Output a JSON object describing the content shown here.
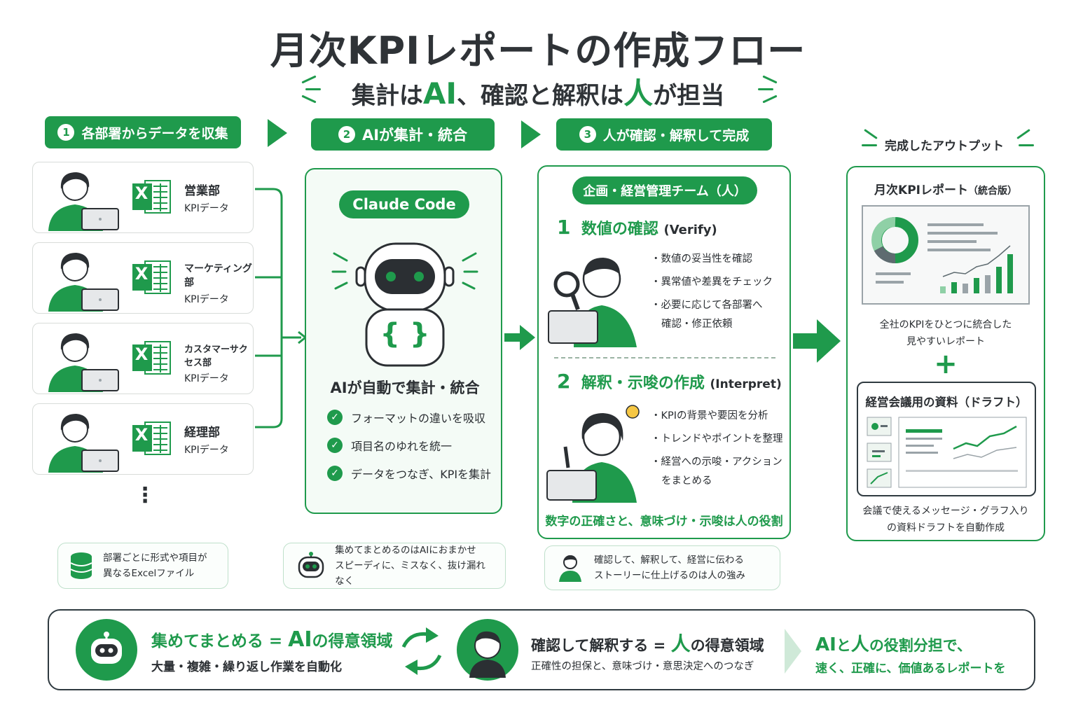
{
  "title": "月次KPIレポートの作成フロー",
  "subtitle": {
    "part1": "集計は",
    "ai": "AI",
    "part2": "、確認と解釈は",
    "human": "人",
    "part3": "が担当"
  },
  "steps": [
    {
      "num": "1",
      "label": "各部署からデータを収集"
    },
    {
      "num": "2",
      "label": "AIが集計・統合"
    },
    {
      "num": "3",
      "label": "人が確認・解釈して完成"
    }
  ],
  "departments": [
    {
      "name": "営業部",
      "sub": "KPIデータ"
    },
    {
      "name": "マーケティング部",
      "sub": "KPIデータ"
    },
    {
      "name": "カスタマーサクセス部",
      "sub": "KPIデータ"
    },
    {
      "name": "経理部",
      "sub": "KPIデータ"
    }
  ],
  "excel_letter": "X",
  "more_dots": "⋮",
  "ai_panel": {
    "badge": "Claude Code",
    "braces": "{ }",
    "heading": "AIが自動で集計・統合",
    "checks": [
      "フォーマットの違いを吸収",
      "項目名のゆれを統一",
      "データをつなぎ、KPIを集計"
    ],
    "check_mark": "✓"
  },
  "human_panel": {
    "badge": "企画・経営管理チーム（人）",
    "verify": {
      "num": "1",
      "title": "数値の確認",
      "en": "(Verify)",
      "bullets": [
        "数値の妥当性を確認",
        "異常値や差異をチェック",
        "必要に応じて各部署へ",
        "確認・修正依頼"
      ]
    },
    "interpret": {
      "num": "2",
      "title": "解釈・示唆の作成",
      "en": "(Interpret)",
      "bullets": [
        "KPIの背景や要因を分析",
        "トレンドやポイントを整理",
        "経営への示唆・アクション",
        "をまとめる"
      ]
    },
    "footer": "数字の正確さと、意味づけ・示唆は人の役割"
  },
  "output": {
    "label": "完成したアウトプット",
    "report_title": "月次KPIレポート",
    "report_title_suffix": "（統合版）",
    "report_desc1": "全社のKPIをひとつに統合した",
    "report_desc2": "見やすいレポート",
    "plus": "+",
    "draft_title": "経営会議用の資料（ドラフト）",
    "draft_desc1": "会議で使えるメッセージ・グラフ入り",
    "draft_desc2": "の資料ドラフトを自動作成"
  },
  "notes": [
    {
      "line1": "部署ごとに形式や項目が",
      "line2": "異なるExcelファイル"
    },
    {
      "line1": "集めてまとめるのはAIにおまかせ",
      "line2": "スピーディに、ミスなく、抜け漏れなく"
    },
    {
      "line1": "確認して、解釈して、経営に伝わる",
      "line2": "ストーリーに仕上げるのは人の強み"
    }
  ],
  "bottom": {
    "ai_title_pre": "集めてまとめる = ",
    "ai_word": "AI",
    "ai_title_post": "の得意領域",
    "ai_desc": "大量・複雑・繰り返し作業を自動化",
    "human_title_pre": "確認して解釈する = ",
    "human_word": "人",
    "human_title_post": "の得意領域",
    "human_desc": "正確性の担保と、意味づけ・意思決定へのつなぎ",
    "concl_ai": "AI",
    "concl_mid": "と",
    "concl_human": "人",
    "concl_post": "の役割分担で、",
    "concl_line2": "速く、正確に、価値あるレポートを"
  },
  "colors": {
    "accent": "#1f9a4c",
    "text": "#2b2f33",
    "light": "#f4fbf6"
  }
}
